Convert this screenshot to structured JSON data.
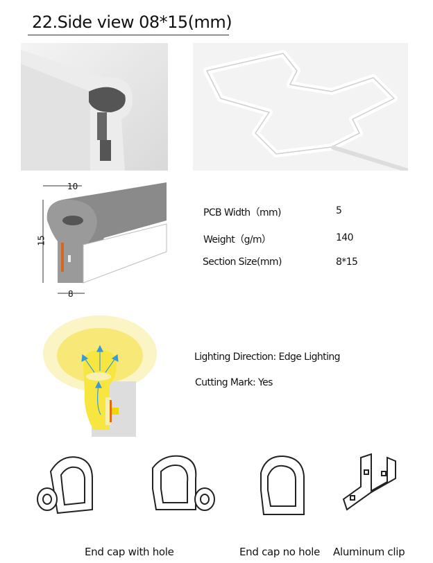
{
  "title": "22.Side view 08*15(mm)",
  "dimensions": {
    "width": "10",
    "height": "15",
    "bottom": "8"
  },
  "specs": [
    {
      "label": "PCB Width（mm)",
      "value": "5"
    },
    {
      "label": "Weight（g/m）",
      "value": "140"
    },
    {
      "label": "Section Size(mm)",
      "value": "8*15"
    }
  ],
  "lighting": {
    "direction": "Lighting Direction: Edge Lighting",
    "cutting": "Cutting Mark: Yes"
  },
  "accessories": [
    {
      "label": "End cap with hole"
    },
    {
      "label": "End cap no hole"
    },
    {
      "label": "Aluminum clip"
    }
  ]
}
